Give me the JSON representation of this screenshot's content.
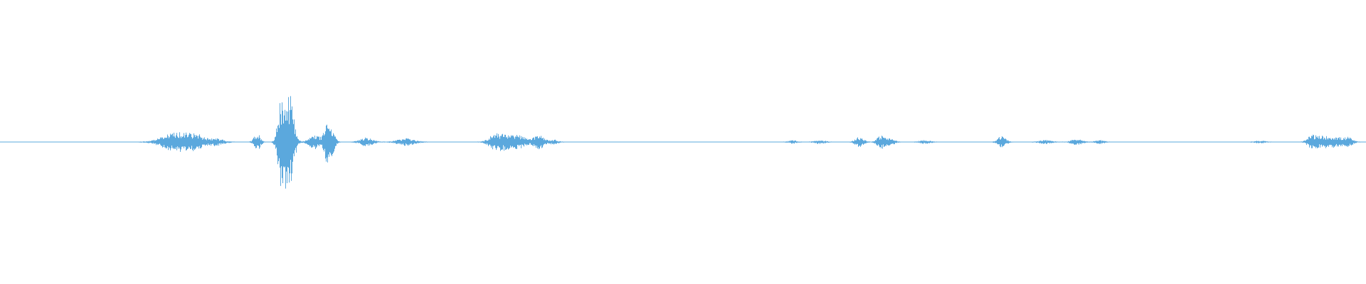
{
  "waveform": {
    "color": "#5ba8dd",
    "background": "#ffffff",
    "baseline_level": 0.0,
    "peak_level": 0.33,
    "bursts": [
      {
        "at": 0.125,
        "width": 0.012,
        "level": 0.04
      },
      {
        "at": 0.135,
        "width": 0.012,
        "level": 0.045
      },
      {
        "at": 0.145,
        "width": 0.006,
        "level": 0.03
      },
      {
        "at": 0.158,
        "width": 0.007,
        "level": 0.025
      },
      {
        "at": 0.188,
        "width": 0.003,
        "level": 0.06
      },
      {
        "at": 0.205,
        "width": 0.003,
        "level": 0.2
      },
      {
        "at": 0.209,
        "width": 0.004,
        "level": 0.33
      },
      {
        "at": 0.212,
        "width": 0.004,
        "level": 0.25
      },
      {
        "at": 0.23,
        "width": 0.005,
        "level": 0.05
      },
      {
        "at": 0.239,
        "width": 0.003,
        "level": 0.14
      },
      {
        "at": 0.243,
        "width": 0.003,
        "level": 0.07
      },
      {
        "at": 0.268,
        "width": 0.006,
        "level": 0.03
      },
      {
        "at": 0.297,
        "width": 0.008,
        "level": 0.025
      },
      {
        "at": 0.362,
        "width": 0.006,
        "level": 0.05
      },
      {
        "at": 0.37,
        "width": 0.006,
        "level": 0.045
      },
      {
        "at": 0.38,
        "width": 0.006,
        "level": 0.045
      },
      {
        "at": 0.394,
        "width": 0.005,
        "level": 0.05
      },
      {
        "at": 0.405,
        "width": 0.004,
        "level": 0.015
      },
      {
        "at": 0.58,
        "width": 0.004,
        "level": 0.01
      },
      {
        "at": 0.6,
        "width": 0.005,
        "level": 0.012
      },
      {
        "at": 0.629,
        "width": 0.004,
        "level": 0.035
      },
      {
        "at": 0.645,
        "width": 0.004,
        "level": 0.045
      },
      {
        "at": 0.652,
        "width": 0.004,
        "level": 0.02
      },
      {
        "at": 0.677,
        "width": 0.005,
        "level": 0.012
      },
      {
        "at": 0.733,
        "width": 0.004,
        "level": 0.04
      },
      {
        "at": 0.765,
        "width": 0.006,
        "level": 0.012
      },
      {
        "at": 0.788,
        "width": 0.005,
        "level": 0.02
      },
      {
        "at": 0.805,
        "width": 0.004,
        "level": 0.012
      },
      {
        "at": 0.922,
        "width": 0.005,
        "level": 0.008
      },
      {
        "at": 0.96,
        "width": 0.004,
        "level": 0.045
      },
      {
        "at": 0.968,
        "width": 0.006,
        "level": 0.04
      },
      {
        "at": 0.978,
        "width": 0.006,
        "level": 0.035
      },
      {
        "at": 0.987,
        "width": 0.004,
        "level": 0.03
      }
    ]
  }
}
